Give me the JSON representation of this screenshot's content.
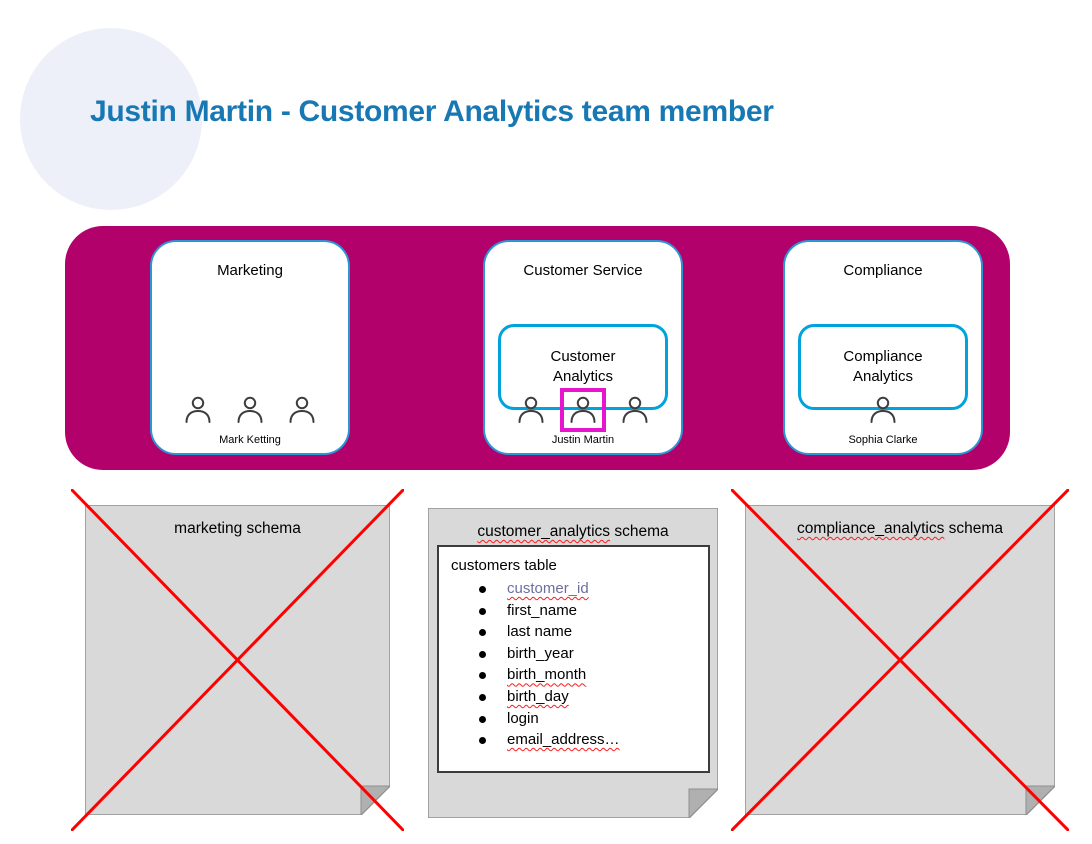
{
  "title": "Justin Martin - Customer Analytics team member",
  "org": {
    "departments": [
      {
        "name": "Marketing",
        "sub_team": "",
        "member_label": "Mark Ketting",
        "member_count": 3,
        "highlighted_member_index": -1
      },
      {
        "name": "Customer Service",
        "sub_team": "Customer Analytics",
        "member_label": "Justin Martin",
        "member_count": 3,
        "highlighted_member_index": 1
      },
      {
        "name": "Compliance",
        "sub_team": "Compliance Analytics",
        "member_label": "Sophia Clarke",
        "member_count": 1,
        "highlighted_member_index": -1
      }
    ]
  },
  "schemas": [
    {
      "title_name": "marketing",
      "title_suffix": " schema",
      "name_squiggle": false,
      "crossed_out": true,
      "table": null
    },
    {
      "title_name": "customer_analytics",
      "title_suffix": " schema",
      "name_squiggle": true,
      "crossed_out": false,
      "table": {
        "name": "customers table",
        "columns": [
          {
            "text": "customer_id",
            "color": "#6e6e9e",
            "squiggle": true
          },
          {
            "text": "first_name",
            "color": "#000000",
            "squiggle": false
          },
          {
            "text": "last name",
            "color": "#000000",
            "squiggle": false
          },
          {
            "text": "birth_year",
            "color": "#000000",
            "squiggle": false
          },
          {
            "text": "birth_month",
            "color": "#000000",
            "squiggle": true
          },
          {
            "text": "birth_day",
            "color": "#000000",
            "squiggle": true
          },
          {
            "text": "login",
            "color": "#000000",
            "squiggle": false
          },
          {
            "text": "email_address…",
            "color": "#000000",
            "squiggle": true
          }
        ]
      }
    },
    {
      "title_name": "compliance_analytics",
      "title_suffix": " schema",
      "name_squiggle": true,
      "crossed_out": true,
      "table": null
    }
  ],
  "colors": {
    "title": "#1878b4",
    "org_background": "#b2016b",
    "card_border": "#2b96d4",
    "subteam_border": "#00a3dc",
    "highlight": "#e616cf",
    "cross": "#ff0000",
    "note_fill": "#d9d9d9"
  }
}
